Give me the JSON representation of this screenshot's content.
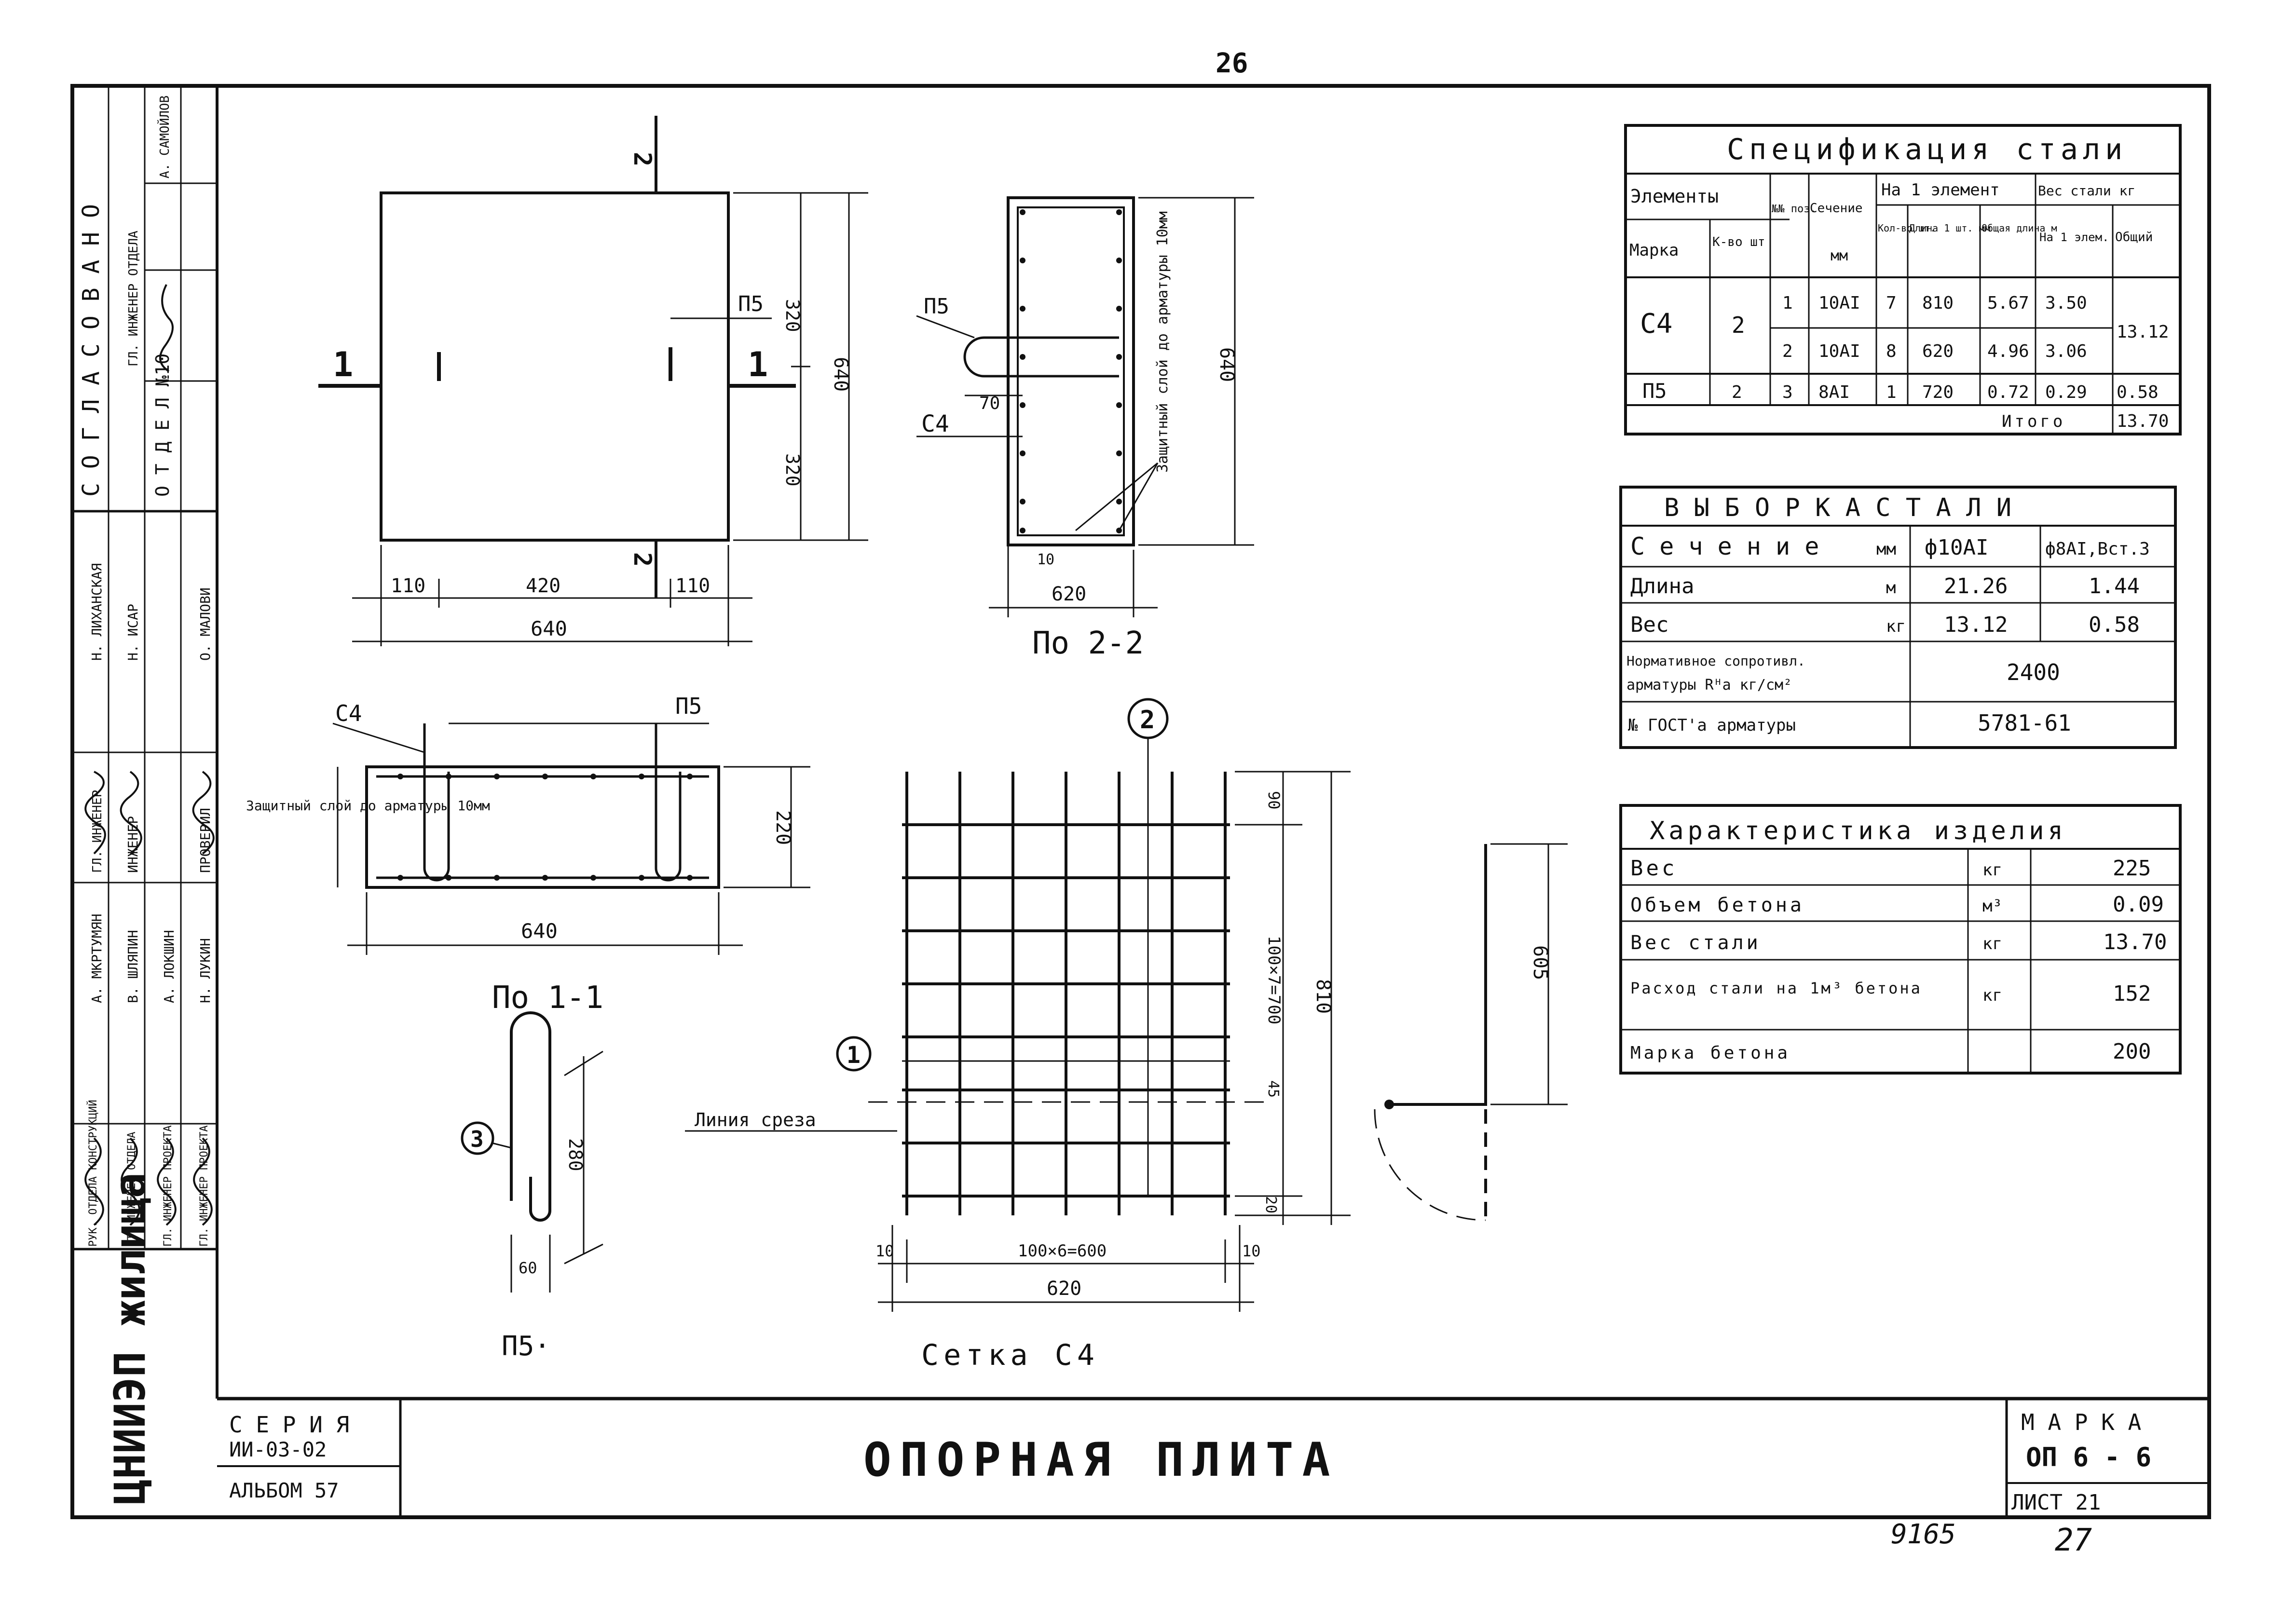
{
  "page_number_top": "26",
  "page_number_bottom": "27",
  "archive_number": "9165",
  "title_block": {
    "series_label": "С Е Р И Я",
    "series_value": "ИИ-03-02",
    "album": "АЛЬБОМ 57",
    "title": "ОПОРНАЯ ПЛИТА",
    "mark_label": "М А Р К А",
    "mark_value": "ОП 6 - 6",
    "sheet_label": "ЛИСТ 21",
    "org": "ЦНИИЭП жилища"
  },
  "side_stamp": {
    "agreed": "С О Г Л А С О В А Н О",
    "dept": "О Т Д Е Л №10",
    "roles": [
      "ГЛ. ИНЖЕНЕР ОТДЕЛА",
      "ГЛ. ИНЖЕНЕР",
      "ИНЖЕНЕР",
      "ПРОВЕРИЛ",
      "РУК. ОТДЕЛА КОНСТРУКЦИЙ",
      "СТ. ИНЖЕНЕР ОТДЕЛА",
      "ГЛ. ИНЖЕНЕР ПРОЕКТА",
      "ГЛ. ИНЖЕНЕР ПРОЕКТА"
    ],
    "names": [
      "А. САМОЙЛОВ",
      "Н. ЛИХАНСКАЯ",
      "Н. ИСАР",
      "О. МАЛОВИ",
      "А. МКРТУМЯН",
      "В. ШЛЯПИН",
      "А. ЛОКШИН",
      "Н. ЛУКИН"
    ]
  },
  "spec_table": {
    "title": "Спецификация стали",
    "h_elements": "Элементы",
    "h_mark": "Марка",
    "h_count": "К-во шт",
    "h_pos": "№№ поз.",
    "h_section": "Сечение",
    "h_mm": "мм",
    "h_per_element": "На 1 элемент",
    "h_qty": "Кол-во шт.",
    "h_len1": "Длина 1 шт. мм",
    "h_total_len": "Общая длина м",
    "h_steel_weight": "Вес стали кг",
    "h_per_el": "На 1 элем.",
    "h_total": "Общий",
    "rows": [
      [
        "С4",
        "2",
        "1",
        "10АI",
        "7",
        "810",
        "5.67",
        "3.50",
        "13.12"
      ],
      [
        "",
        "",
        "2",
        "10АI",
        "8",
        "620",
        "4.96",
        "3.06",
        ""
      ],
      [
        "П5",
        "2",
        "3",
        "8АI",
        "1",
        "720",
        "0.72",
        "0.29",
        "0.58"
      ]
    ],
    "total_label": "Итого",
    "total_value": "13.70"
  },
  "selection_table": {
    "title": "В Ы Б О Р К А   С Т А Л И",
    "h_section": "С е ч е н и е",
    "h_mm": "мм",
    "h_col1": "ф10АI",
    "h_col2": "ф8АI,Вст.3",
    "rows": [
      [
        "Длина",
        "м",
        "21.26",
        "1.44"
      ],
      [
        "Вес",
        "кг",
        "13.12",
        "0.58"
      ]
    ],
    "norm_label_1": "Нормативное сопротивл.",
    "norm_label_2": "арматуры Rᴴa кг/см²",
    "norm_value": "2400",
    "gost_label": "№ ГОСТ'а арматуры",
    "gost_value": "5781-61"
  },
  "char_table": {
    "title": "Характеристика изделия",
    "rows": [
      [
        "Вес",
        "кг",
        "225"
      ],
      [
        "Объем бетона",
        "м³",
        "0.09"
      ],
      [
        "Вес стали",
        "кг",
        "13.70"
      ],
      [
        "Расход стали на 1м³ бетона",
        "кг",
        "152"
      ],
      [
        "Марка бетона",
        "",
        "200"
      ]
    ]
  },
  "drawing": {
    "plan": {
      "dims_bottom": [
        "110",
        "420",
        "110"
      ],
      "total_bottom": "640",
      "dim_right_top": "320",
      "dim_right_bottom": "320",
      "dim_right_total": "640",
      "cut_mark": "1",
      "cut_mark_2": "2",
      "rebar_label": "П5"
    },
    "section_2_2": {
      "label": "По 2-2",
      "width": "620",
      "height": "640",
      "inner_dim": "70",
      "cover": "10",
      "cover_note": "Защитный слой до арматуры 10мм",
      "bar_label_1": "П5",
      "bar_label_2": "С4"
    },
    "section_1_1": {
      "label": "По 1-1",
      "length": "640",
      "height": "220",
      "bar_label_1": "С4",
      "bar_label_2": "П5",
      "cover_note": "Защитный слой до арматуры 10мм"
    },
    "p5": {
      "label": "П5·",
      "pos": "3",
      "length": "280",
      "hook": "60"
    },
    "mesh": {
      "label": "Сетка С4",
      "pos_1": "1",
      "pos_2": "2",
      "dim_bottom_inner": "100×6=600",
      "dim_bottom_total": "620",
      "edge_left": "10",
      "edge_right": "10",
      "dim_right_top": "90",
      "dim_right_mid": "100×7=700",
      "dim_right_gap": "45",
      "dim_right_bottom": "20",
      "dim_right_total": "810",
      "break_line_label": "Линия среза"
    },
    "bent_bar": {
      "dim": "605"
    }
  }
}
